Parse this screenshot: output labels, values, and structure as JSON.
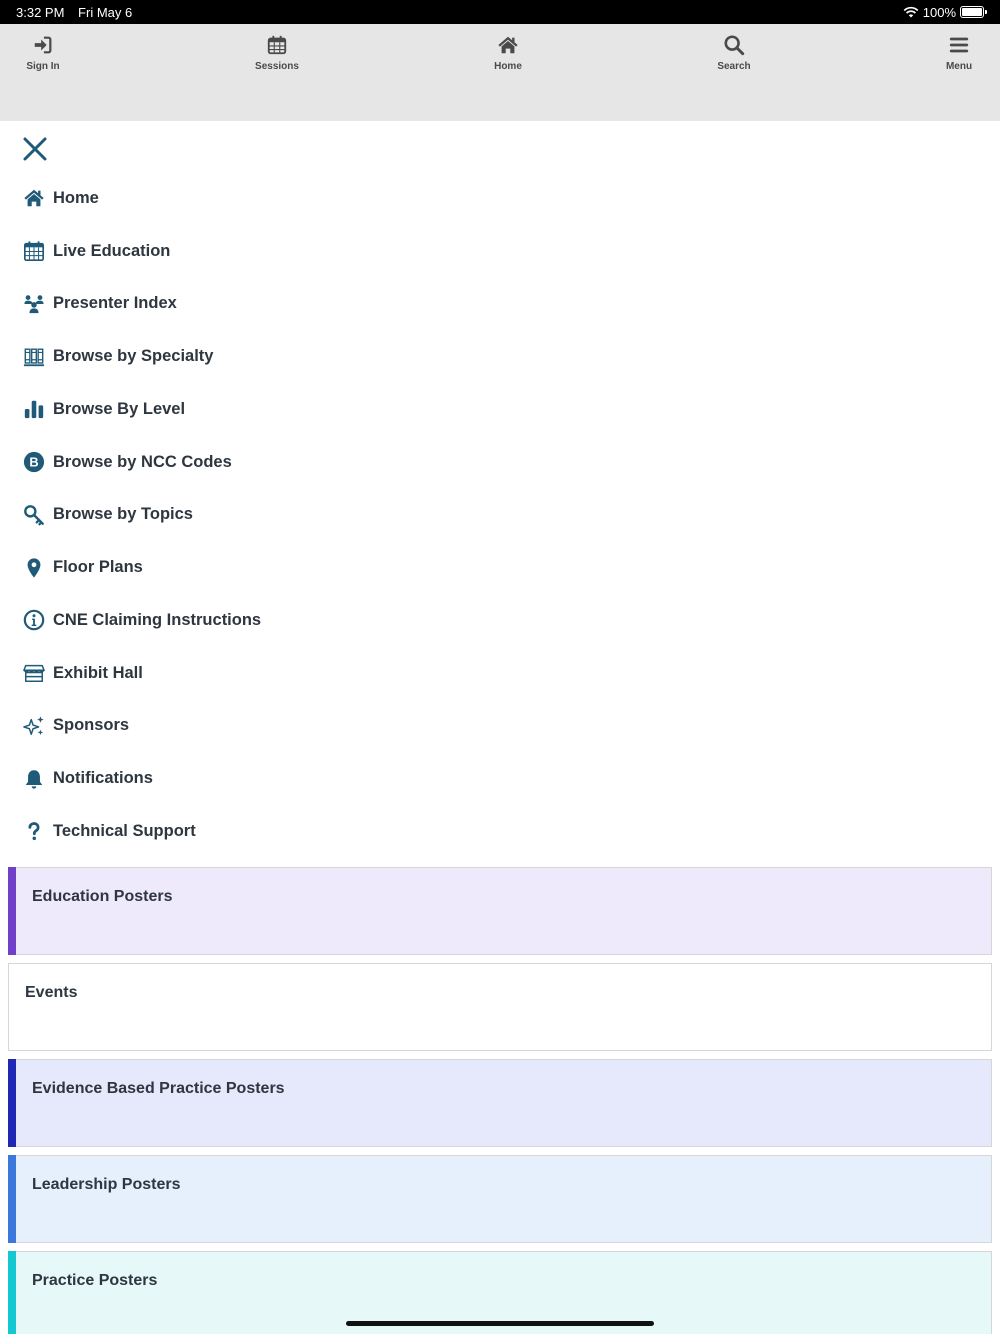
{
  "status_bar": {
    "time": "3:32 PM",
    "date": "Fri May 6",
    "battery": "100%"
  },
  "top_nav": [
    {
      "label": "Sign In",
      "icon": "sign-in-icon"
    },
    {
      "label": "Sessions",
      "icon": "calendar-icon"
    },
    {
      "label": "Home",
      "icon": "home-icon"
    },
    {
      "label": "Search",
      "icon": "search-icon"
    },
    {
      "label": "Menu",
      "icon": "hamburger-icon"
    }
  ],
  "menu": {
    "close_icon": "close-icon",
    "items": [
      {
        "label": "Home",
        "icon": "home-icon"
      },
      {
        "label": "Live Education",
        "icon": "calendar-icon"
      },
      {
        "label": "Presenter Index",
        "icon": "people-icon"
      },
      {
        "label": "Browse by Specialty",
        "icon": "books-icon"
      },
      {
        "label": "Browse By Level",
        "icon": "bar-chart-icon"
      },
      {
        "label": "Browse by NCC Codes",
        "icon": "letter-b-icon"
      },
      {
        "label": "Browse by Topics",
        "icon": "key-icon"
      },
      {
        "label": "Floor Plans",
        "icon": "map-pin-icon"
      },
      {
        "label": "CNE Claiming Instructions",
        "icon": "info-icon"
      },
      {
        "label": "Exhibit Hall",
        "icon": "store-icon"
      },
      {
        "label": "Sponsors",
        "icon": "sparkles-icon"
      },
      {
        "label": "Notifications",
        "icon": "bell-icon"
      },
      {
        "label": "Technical Support",
        "icon": "question-icon"
      }
    ]
  },
  "tiles": [
    {
      "label": "Education Posters",
      "bar_color": "#7040c8",
      "bg_color": "#eeeafc"
    },
    {
      "label": "Events",
      "bar_color": "",
      "bg_color": "#ffffff"
    },
    {
      "label": "Evidence Based Practice Posters",
      "bar_color": "#1e28b4",
      "bg_color": "#e6e8fb"
    },
    {
      "label": "Leadership Posters",
      "bar_color": "#3c78dc",
      "bg_color": "#e6f0fc"
    },
    {
      "label": "Practice Posters",
      "bar_color": "#14c8d2",
      "bg_color": "#e6f8f8"
    }
  ],
  "colors": {
    "icon": "#1f5a78",
    "nav_icon": "#4a4a4a",
    "nav_bg": "#e6e6e6"
  }
}
